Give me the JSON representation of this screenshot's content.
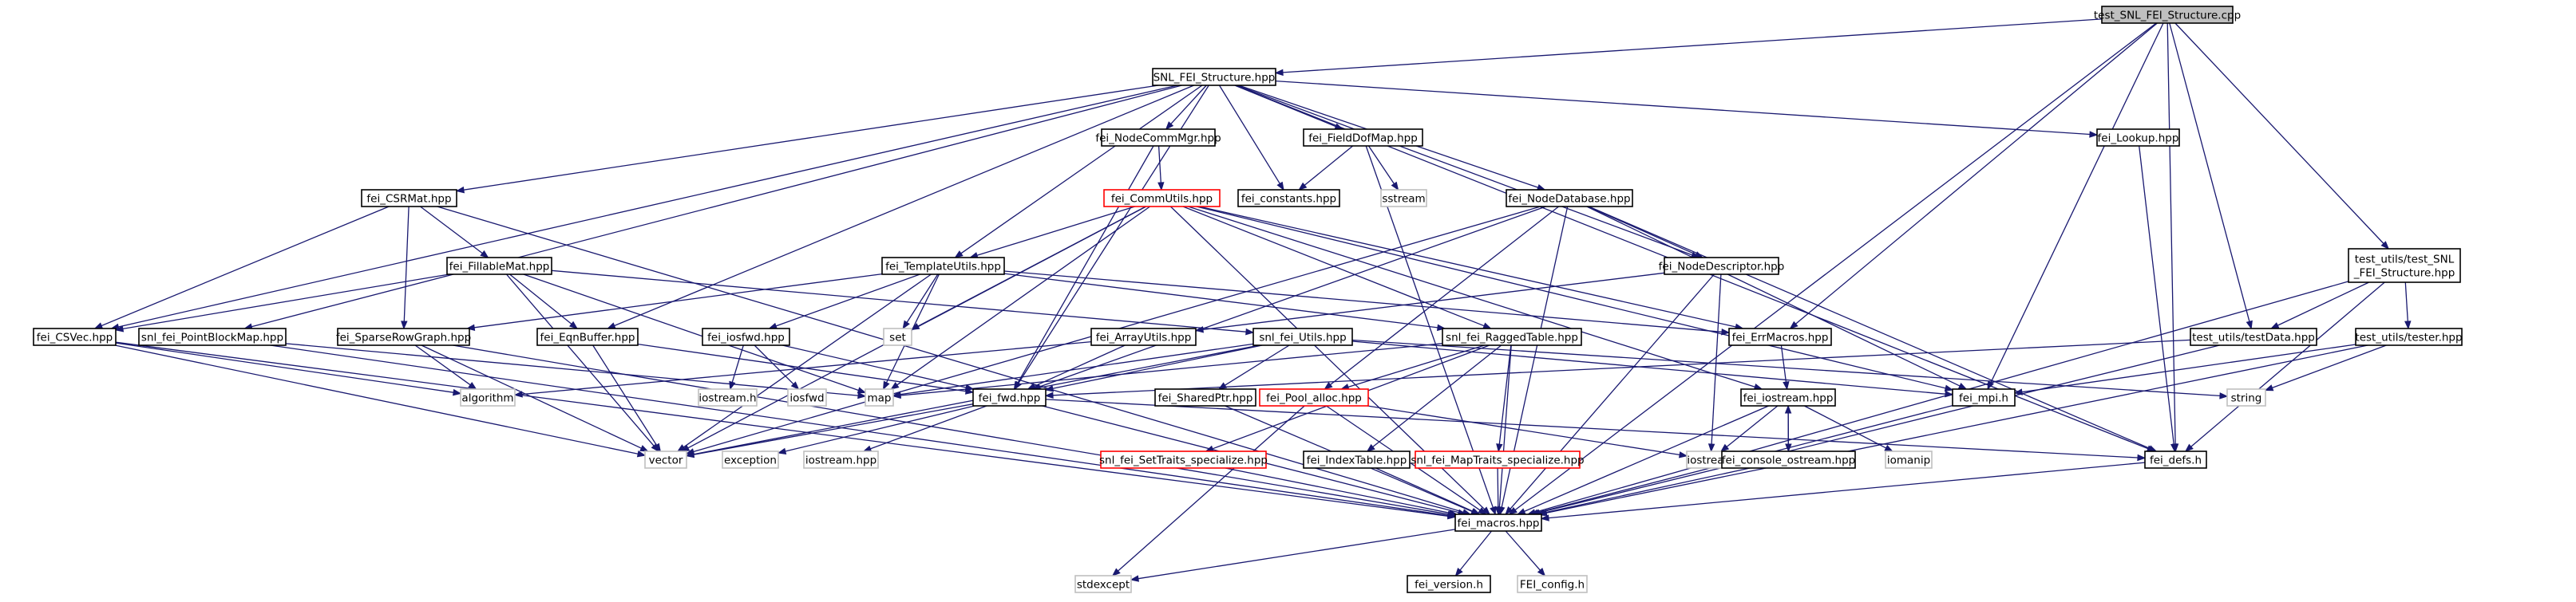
{
  "colors": {
    "edge": "#191970",
    "box_border": "#000000",
    "root_fill": "#bfbfbf",
    "red_border": "#ff0000",
    "gray_border": "#bfbfbf",
    "text": "#000000"
  },
  "nodes": [
    {
      "id": "root",
      "label": "test_SNL_FEI_Structure.cpp",
      "style": "root"
    },
    {
      "id": "snlfei",
      "label": "SNL_FEI_Structure.hpp",
      "style": "normal"
    },
    {
      "id": "nodecomm",
      "label": "fei_NodeCommMgr.hpp",
      "style": "normal"
    },
    {
      "id": "fielddof",
      "label": "fei_FieldDofMap.hpp",
      "style": "normal"
    },
    {
      "id": "lookup",
      "label": "fei_Lookup.hpp",
      "style": "normal"
    },
    {
      "id": "csrmat",
      "label": "fei_CSRMat.hpp",
      "style": "normal"
    },
    {
      "id": "commutils",
      "label": "fei_CommUtils.hpp",
      "style": "red"
    },
    {
      "id": "constants",
      "label": "fei_constants.hpp",
      "style": "normal"
    },
    {
      "id": "sstream",
      "label": "sstream",
      "style": "gray"
    },
    {
      "id": "nodedb",
      "label": "fei_NodeDatabase.hpp",
      "style": "normal"
    },
    {
      "id": "fillable",
      "label": "fei_FillableMat.hpp",
      "style": "normal"
    },
    {
      "id": "template",
      "label": "fei_TemplateUtils.hpp",
      "style": "normal"
    },
    {
      "id": "nodedesc",
      "label": "fei_NodeDescriptor.hpp",
      "style": "normal"
    },
    {
      "id": "tu_struct",
      "label": [
        "test_utils/test_SNL",
        "_FEI_Structure.hpp"
      ],
      "style": "normal"
    },
    {
      "id": "csvec",
      "label": "fei_CSVec.hpp",
      "style": "normal"
    },
    {
      "id": "pointblock",
      "label": "snl_fei_PointBlockMap.hpp",
      "style": "normal"
    },
    {
      "id": "sparserow",
      "label": "fei_SparseRowGraph.hpp",
      "style": "normal"
    },
    {
      "id": "eqnbuffer",
      "label": "fei_EqnBuffer.hpp",
      "style": "normal"
    },
    {
      "id": "iosfwdhpp",
      "label": "fei_iosfwd.hpp",
      "style": "normal"
    },
    {
      "id": "set",
      "label": "set",
      "style": "gray"
    },
    {
      "id": "arrayutils",
      "label": "fei_ArrayUtils.hpp",
      "style": "normal"
    },
    {
      "id": "snlutils",
      "label": "snl_fei_Utils.hpp",
      "style": "normal"
    },
    {
      "id": "ragged",
      "label": "snl_fei_RaggedTable.hpp",
      "style": "normal"
    },
    {
      "id": "errmacros",
      "label": "fei_ErrMacros.hpp",
      "style": "normal"
    },
    {
      "id": "testdata",
      "label": "test_utils/testData.hpp",
      "style": "normal"
    },
    {
      "id": "tester",
      "label": "test_utils/tester.hpp",
      "style": "normal"
    },
    {
      "id": "algorithm",
      "label": "algorithm",
      "style": "gray"
    },
    {
      "id": "iostreamh",
      "label": "iostream.h",
      "style": "gray"
    },
    {
      "id": "iosfwd",
      "label": "iosfwd",
      "style": "gray"
    },
    {
      "id": "map",
      "label": "map",
      "style": "gray"
    },
    {
      "id": "fwd",
      "label": "fei_fwd.hpp",
      "style": "normal"
    },
    {
      "id": "sharedptr",
      "label": "fei_SharedPtr.hpp",
      "style": "normal"
    },
    {
      "id": "poolalloc",
      "label": "fei_Pool_alloc.hpp",
      "style": "red"
    },
    {
      "id": "iostreamhpp",
      "label": "fei_iostream.hpp",
      "style": "normal"
    },
    {
      "id": "mpi",
      "label": "fei_mpi.h",
      "style": "normal"
    },
    {
      "id": "string",
      "label": "string",
      "style": "gray"
    },
    {
      "id": "vector",
      "label": "vector",
      "style": "gray"
    },
    {
      "id": "exception",
      "label": "exception",
      "style": "gray"
    },
    {
      "id": "iostreamhpp2",
      "label": "iostream.hpp",
      "style": "gray"
    },
    {
      "id": "iostream",
      "label": "iostream",
      "style": "gray"
    },
    {
      "id": "settraits",
      "label": "snl_fei_SetTraits_specialize.hpp",
      "style": "red"
    },
    {
      "id": "indextable",
      "label": "fei_IndexTable.hpp",
      "style": "normal"
    },
    {
      "id": "maptraits",
      "label": "snl_fei_MapTraits_specialize.hpp",
      "style": "red"
    },
    {
      "id": "consoleostream",
      "label": "fei_console_ostream.hpp",
      "style": "normal"
    },
    {
      "id": "iomanip",
      "label": "iomanip",
      "style": "gray"
    },
    {
      "id": "defs",
      "label": "fei_defs.h",
      "style": "normal"
    },
    {
      "id": "macros",
      "label": "fei_macros.hpp",
      "style": "normal"
    },
    {
      "id": "stdexcept",
      "label": "stdexcept",
      "style": "gray"
    },
    {
      "id": "version",
      "label": "fei_version.h",
      "style": "normal"
    },
    {
      "id": "feiconfig",
      "label": "FEI_config.h",
      "style": "gray"
    }
  ],
  "edges": [
    [
      "root",
      "snlfei"
    ],
    [
      "root",
      "errmacros"
    ],
    [
      "root",
      "mpi"
    ],
    [
      "root",
      "testdata"
    ],
    [
      "root",
      "tu_struct"
    ],
    [
      "root",
      "defs"
    ],
    [
      "root",
      "macros"
    ],
    [
      "snlfei",
      "nodecomm"
    ],
    [
      "snlfei",
      "fielddof"
    ],
    [
      "snlfei",
      "lookup"
    ],
    [
      "snlfei",
      "csrmat"
    ],
    [
      "snlfei",
      "constants"
    ],
    [
      "snlfei",
      "nodedb"
    ],
    [
      "snlfei",
      "template"
    ],
    [
      "snlfei",
      "nodedesc"
    ],
    [
      "snlfei",
      "csvec"
    ],
    [
      "snlfei",
      "pointblock"
    ],
    [
      "snlfei",
      "eqnbuffer"
    ],
    [
      "snlfei",
      "fwd"
    ],
    [
      "snlfei",
      "defs"
    ],
    [
      "nodecomm",
      "commutils"
    ],
    [
      "nodecomm",
      "fwd"
    ],
    [
      "fielddof",
      "constants"
    ],
    [
      "fielddof",
      "sstream"
    ],
    [
      "fielddof",
      "macros"
    ],
    [
      "lookup",
      "defs"
    ],
    [
      "csrmat",
      "fillable"
    ],
    [
      "csrmat",
      "sparserow"
    ],
    [
      "csrmat",
      "csvec"
    ],
    [
      "csrmat",
      "macros"
    ],
    [
      "commutils",
      "template"
    ],
    [
      "commutils",
      "set"
    ],
    [
      "commutils",
      "map"
    ],
    [
      "commutils",
      "vector"
    ],
    [
      "commutils",
      "mpi"
    ],
    [
      "commutils",
      "errmacros"
    ],
    [
      "commutils",
      "iostreamhpp"
    ],
    [
      "commutils",
      "ragged"
    ],
    [
      "commutils",
      "macros"
    ],
    [
      "nodedb",
      "nodedesc"
    ],
    [
      "nodedb",
      "fwd"
    ],
    [
      "nodedb",
      "poolalloc"
    ],
    [
      "nodedb",
      "mpi"
    ],
    [
      "nodedb",
      "defs"
    ],
    [
      "nodedb",
      "macros"
    ],
    [
      "nodedb",
      "vector"
    ],
    [
      "fillable",
      "csvec"
    ],
    [
      "fillable",
      "eqnbuffer"
    ],
    [
      "fillable",
      "map"
    ],
    [
      "fillable",
      "vector"
    ],
    [
      "fillable",
      "snlutils"
    ],
    [
      "template",
      "sparserow"
    ],
    [
      "template",
      "iosfwdhpp"
    ],
    [
      "template",
      "set"
    ],
    [
      "template",
      "map"
    ],
    [
      "template",
      "vector"
    ],
    [
      "template",
      "errmacros"
    ],
    [
      "template",
      "ragged"
    ],
    [
      "nodedesc",
      "arrayutils"
    ],
    [
      "nodedesc",
      "iostream"
    ],
    [
      "nodedesc",
      "macros"
    ],
    [
      "tu_struct",
      "testdata"
    ],
    [
      "tu_struct",
      "tester"
    ],
    [
      "tu_struct",
      "defs"
    ],
    [
      "tu_struct",
      "macros"
    ],
    [
      "csvec",
      "algorithm"
    ],
    [
      "csvec",
      "vector"
    ],
    [
      "csvec",
      "macros"
    ],
    [
      "pointblock",
      "map"
    ],
    [
      "pointblock",
      "macros"
    ],
    [
      "sparserow",
      "algorithm"
    ],
    [
      "sparserow",
      "vector"
    ],
    [
      "sparserow",
      "macros"
    ],
    [
      "eqnbuffer",
      "fwd"
    ],
    [
      "eqnbuffer",
      "vector"
    ],
    [
      "iosfwdhpp",
      "iostreamh"
    ],
    [
      "iosfwdhpp",
      "iosfwd"
    ],
    [
      "iosfwdhpp",
      "fwd"
    ],
    [
      "arrayutils",
      "algorithm"
    ],
    [
      "arrayutils",
      "fwd"
    ],
    [
      "snlutils",
      "fwd"
    ],
    [
      "snlutils",
      "map"
    ],
    [
      "snlutils",
      "vector"
    ],
    [
      "snlutils",
      "sharedptr"
    ],
    [
      "snlutils",
      "mpi"
    ],
    [
      "snlutils",
      "string"
    ],
    [
      "ragged",
      "map"
    ],
    [
      "ragged",
      "poolalloc"
    ],
    [
      "ragged",
      "settraits"
    ],
    [
      "ragged",
      "indextable"
    ],
    [
      "ragged",
      "maptraits"
    ],
    [
      "ragged",
      "macros"
    ],
    [
      "errmacros",
      "iostreamhpp"
    ],
    [
      "testdata",
      "fwd"
    ],
    [
      "testdata",
      "macros"
    ],
    [
      "tester",
      "mpi"
    ],
    [
      "tester",
      "string"
    ],
    [
      "tester",
      "macros"
    ],
    [
      "fwd",
      "vector"
    ],
    [
      "fwd",
      "exception"
    ],
    [
      "fwd",
      "iostreamhpp2"
    ],
    [
      "fwd",
      "defs"
    ],
    [
      "fwd",
      "macros"
    ],
    [
      "sharedptr",
      "macros"
    ],
    [
      "poolalloc",
      "stdexcept"
    ],
    [
      "poolalloc",
      "iostream"
    ],
    [
      "poolalloc",
      "macros"
    ],
    [
      "iostreamhpp",
      "iostream"
    ],
    [
      "iostreamhpp",
      "consoleostream"
    ],
    [
      "iostreamhpp",
      "iomanip"
    ],
    [
      "iostreamhpp",
      "macros"
    ],
    [
      "consoleostream",
      "iostreamhpp"
    ],
    [
      "consoleostream",
      "macros"
    ],
    [
      "mpi",
      "macros"
    ],
    [
      "settraits",
      "macros"
    ],
    [
      "indextable",
      "macros"
    ],
    [
      "maptraits",
      "macros"
    ],
    [
      "defs",
      "macros"
    ],
    [
      "macros",
      "stdexcept"
    ],
    [
      "macros",
      "version"
    ],
    [
      "macros",
      "feiconfig"
    ]
  ]
}
